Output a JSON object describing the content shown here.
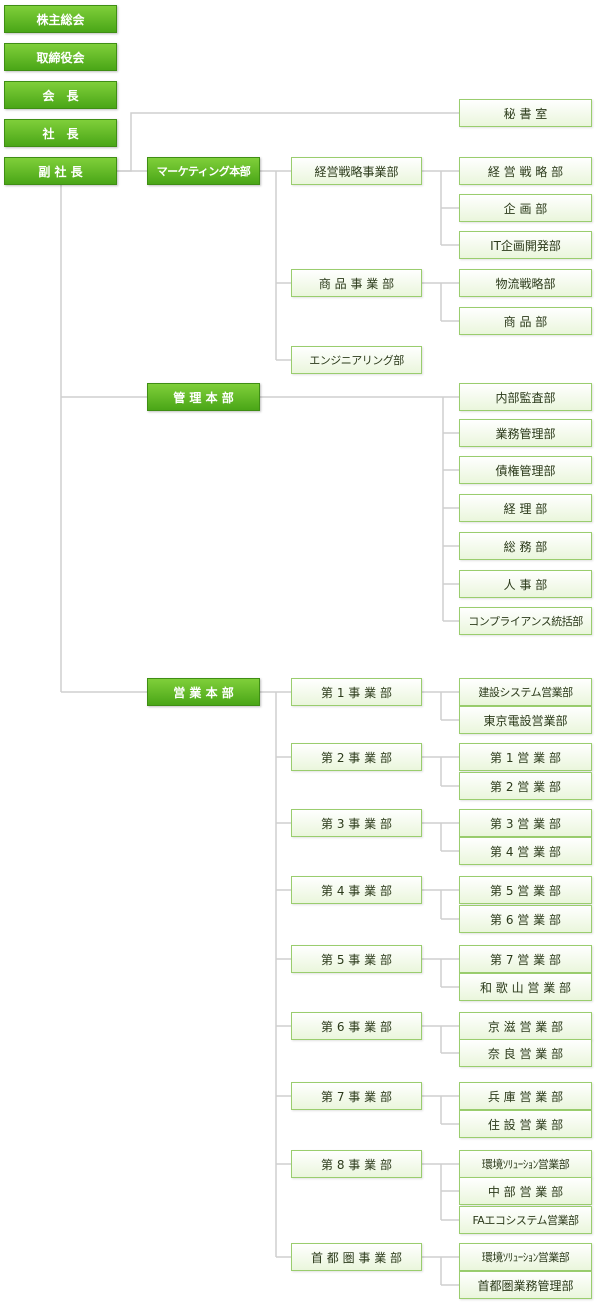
{
  "top_chain": [
    "株主総会",
    "取締役会",
    "会　長",
    "社　長",
    "副 社 長"
  ],
  "secretary": "秘 書 室",
  "marketing": {
    "name": "マーケティング本部",
    "divisions": [
      {
        "name": "経営戦略事業部",
        "departments": [
          "経 営 戦 略 部",
          "企 画 部",
          "IT企画開発部"
        ]
      },
      {
        "name": "商 品 事 業 部",
        "departments": [
          "物流戦略部",
          "商 品 部"
        ]
      },
      {
        "name": "エンジニアリング部",
        "departments": []
      }
    ]
  },
  "management": {
    "name": "管 理 本 部",
    "departments": [
      "内部監査部",
      "業務管理部",
      "債権管理部",
      "経 理 部",
      "総 務 部",
      "人 事 部",
      "コンプライアンス統括部"
    ]
  },
  "sales": {
    "name": "営 業 本 部",
    "divisions": [
      {
        "name": "第 1 事 業 部",
        "departments": [
          "建設システム営業部",
          "東京電設営業部"
        ]
      },
      {
        "name": "第 2 事 業 部",
        "departments": [
          "第 1 営 業 部",
          "第 2 営 業 部"
        ]
      },
      {
        "name": "第 3 事 業 部",
        "departments": [
          "第 3 営 業 部",
          "第 4 営 業 部"
        ]
      },
      {
        "name": "第 4 事 業 部",
        "departments": [
          "第 5 営 業 部",
          "第 6 営 業 部"
        ]
      },
      {
        "name": "第 5 事 業 部",
        "departments": [
          "第 7 営 業 部",
          "和 歌 山 営 業 部"
        ]
      },
      {
        "name": "第 6 事 業 部",
        "departments": [
          "京 滋 営 業 部",
          "奈 良 営 業 部"
        ]
      },
      {
        "name": "第 7 事 業 部",
        "departments": [
          "兵 庫 営 業 部",
          "住 設 営 業 部"
        ]
      },
      {
        "name": "第 8 事 業 部",
        "departments": [
          "環境ｿﾘｭｰｼｮﾝ営業部",
          "中 部 営 業 部",
          "FAエコシステム営業部"
        ]
      },
      {
        "name": "首 都 圏 事 業 部",
        "departments": [
          "環境ｿﾘｭｰｼｮﾝ営業部",
          "首都圏業務管理部"
        ]
      }
    ]
  }
}
